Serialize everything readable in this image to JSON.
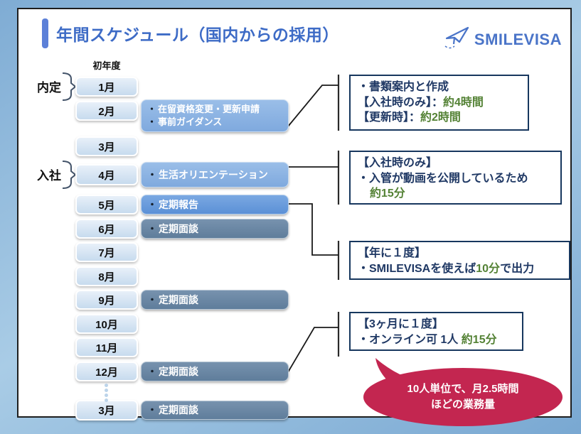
{
  "title": "年間スケジュール（国内からの採用）",
  "logo": {
    "text": "SMILEVISA",
    "icon": "paper-plane-icon"
  },
  "timeline": {
    "first_year_label": "初年度",
    "bullet": "・",
    "phase_labels": [
      {
        "label": "内定",
        "month": "1月"
      },
      {
        "label": "入社",
        "month": "4月"
      }
    ],
    "rows": [
      {
        "month": "1月"
      },
      {
        "month": "2月",
        "bar": {
          "style": "light",
          "lines": [
            "在留資格変更・更新申請",
            "事前ガイダンス"
          ]
        }
      },
      {
        "month": "3月"
      },
      {
        "month": "4月",
        "bar": {
          "style": "light",
          "lines": [
            "生活オリエンテーション"
          ]
        }
      },
      {
        "month": "5月",
        "bar": {
          "style": "bright",
          "lines": [
            "定期報告"
          ]
        }
      },
      {
        "month": "6月",
        "bar": {
          "style": "dark",
          "lines": [
            "定期面談"
          ]
        }
      },
      {
        "month": "7月"
      },
      {
        "month": "8月"
      },
      {
        "month": "9月",
        "bar": {
          "style": "dark",
          "lines": [
            "定期面談"
          ]
        }
      },
      {
        "month": "10月"
      },
      {
        "month": "11月"
      },
      {
        "month": "12月",
        "bar": {
          "style": "dark",
          "lines": [
            "定期面談"
          ]
        }
      },
      {
        "month": "3月",
        "next_year": true,
        "bar": {
          "style": "dark",
          "lines": [
            "定期面談"
          ]
        }
      }
    ]
  },
  "callouts": [
    {
      "lines": [
        {
          "segments": [
            {
              "text": "・書類案内と作成"
            }
          ]
        },
        {
          "segments": [
            {
              "text": "【入社時のみ】："
            },
            {
              "text": "約4時間",
              "highlight": true
            }
          ]
        },
        {
          "segments": [
            {
              "text": "【更新時】："
            },
            {
              "text": "約2時間",
              "highlight": true
            }
          ]
        }
      ]
    },
    {
      "lines": [
        {
          "segments": [
            {
              "text": "【入社時のみ】"
            }
          ]
        },
        {
          "segments": [
            {
              "text": "・入管が動画を公開しているため"
            }
          ]
        },
        {
          "indent": true,
          "segments": [
            {
              "text": "約15分",
              "highlight": true
            }
          ]
        }
      ]
    },
    {
      "lines": [
        {
          "segments": [
            {
              "text": "【年に１度】"
            }
          ]
        },
        {
          "segments": [
            {
              "text": "・SMILEVISAを使えば"
            },
            {
              "text": "10分",
              "highlight": true
            },
            {
              "text": "で出力"
            }
          ]
        }
      ]
    },
    {
      "lines": [
        {
          "segments": [
            {
              "text": "【3ヶ月に１度】"
            }
          ]
        },
        {
          "segments": [
            {
              "text": "・オンライン可 1人 "
            },
            {
              "text": "約15分",
              "highlight": true
            }
          ]
        }
      ]
    },
    {
      "lines": []
    }
  ],
  "bubble": {
    "lines": [
      "10人単位で、月2.5時間",
      "ほどの業務量"
    ]
  },
  "colors": {
    "accent": "#5C80D8",
    "title": "#3D6BC6",
    "navy": "#1F3864",
    "green": "#548235",
    "red": "#C32650",
    "logo": "#4A74C8",
    "bar_light": "#85ADE0",
    "bar_bright": "#5E93D6",
    "bar_dark": "#64809F",
    "month_fill": "#CCDFF0"
  }
}
